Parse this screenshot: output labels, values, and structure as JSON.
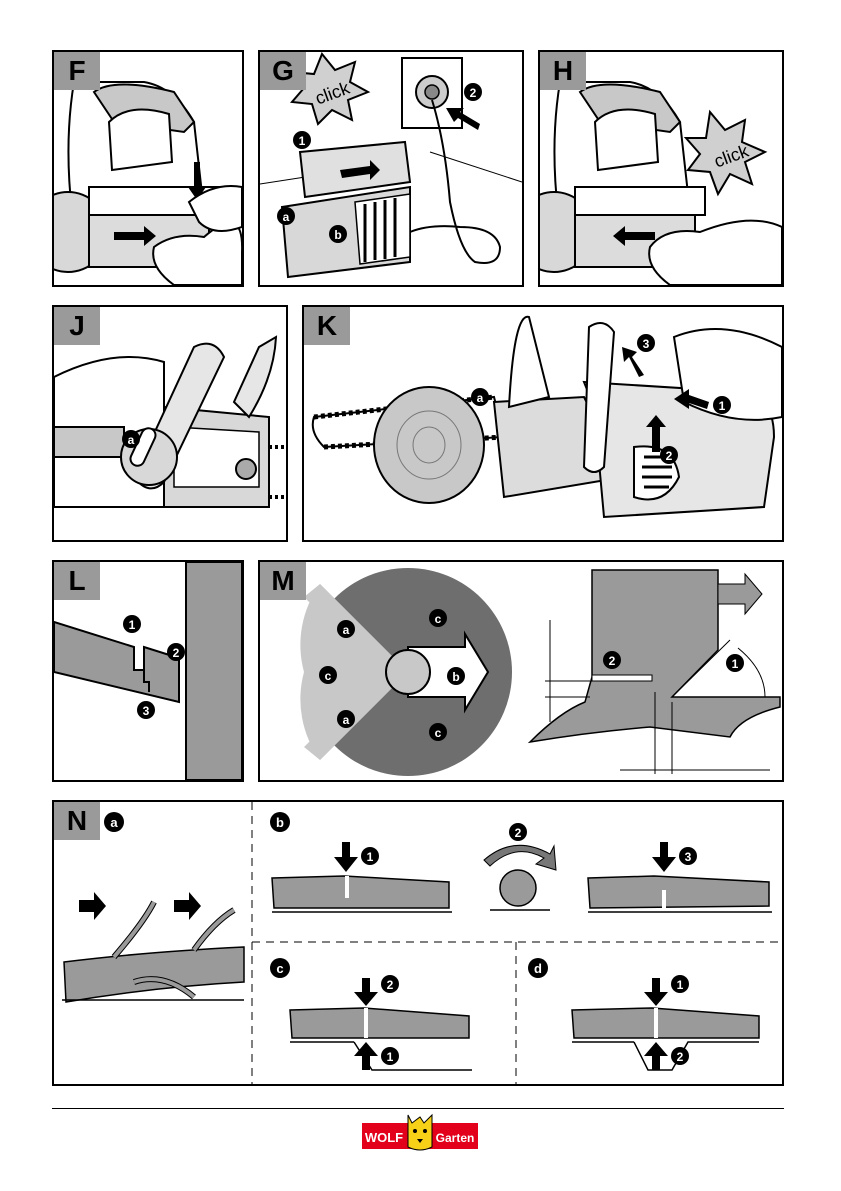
{
  "panels": {
    "F": {
      "label": "F"
    },
    "G": {
      "label": "G",
      "click": "click",
      "markers": [
        "1",
        "2",
        "a",
        "b"
      ]
    },
    "H": {
      "label": "H",
      "click": "click"
    },
    "J": {
      "label": "J",
      "markers": [
        "a"
      ]
    },
    "K": {
      "label": "K",
      "markers": [
        "1",
        "2",
        "3",
        "a"
      ]
    },
    "L": {
      "label": "L",
      "markers": [
        "1",
        "2",
        "3"
      ]
    },
    "M": {
      "label": "M",
      "markers": [
        "a",
        "a",
        "b",
        "c",
        "c",
        "c",
        "1",
        "2"
      ]
    },
    "N": {
      "label": "N",
      "sections": [
        "a",
        "b",
        "c",
        "d"
      ],
      "markers": [
        "1",
        "2",
        "3"
      ]
    }
  },
  "footer": {
    "brand": "WOLF",
    "brand2": "Garten",
    "colors": {
      "brand_red": "#e2001a",
      "brand_yellow": "#f7d117"
    }
  }
}
